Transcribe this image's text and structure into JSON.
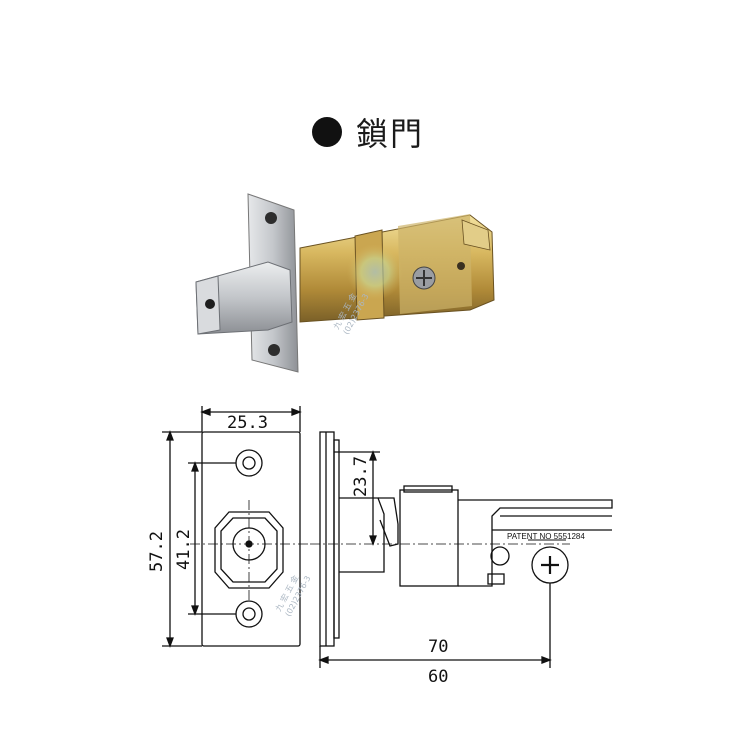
{
  "heading": {
    "text": "鎖門"
  },
  "watermark": {
    "line1": "九 宏 五 金",
    "line2": "(02)2376-3"
  },
  "patent": {
    "text": "PATENT NO 5551284"
  },
  "dimensions": {
    "plate_width": "25.3",
    "plate_height": "57.2",
    "hole_spacing": "41.2",
    "center_offset": "23.7",
    "length_long": "70",
    "length_short": "60"
  },
  "colors": {
    "brass": "#c9a84a",
    "steel": "#b9bcc0",
    "line": "#111111"
  }
}
